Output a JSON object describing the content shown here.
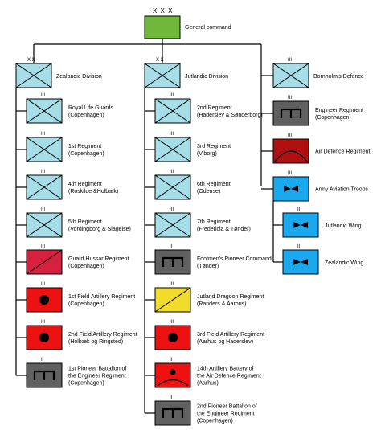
{
  "colors": {
    "infantry": "#a7dde6",
    "command": "#6fb83a",
    "hussar": "#d5203f",
    "artillery": "#ee1111",
    "engineer": "#606060",
    "dragoon": "#f2dc2b",
    "air_defence": "#b01010",
    "aviation": "#1aa8ef"
  },
  "general_command": {
    "echelon": "X X X",
    "label": "General command"
  },
  "zealandic": {
    "echelon": "X X",
    "label": "Zealandic Division",
    "units": [
      {
        "echelon": "III",
        "line1": "Royal Life Guards",
        "line2": "(Copenhagen)",
        "symbol": "infantry"
      },
      {
        "echelon": "III",
        "line1": "1st Regiment",
        "line2": "(Copenhagen)",
        "symbol": "infantry"
      },
      {
        "echelon": "III",
        "line1": "4th Regiment",
        "line2": "(Roskilde &Holbæk)",
        "symbol": "infantry"
      },
      {
        "echelon": "III",
        "line1": "5th Regiment",
        "line2": "(Vordingborg & Slagelse)",
        "symbol": "infantry"
      },
      {
        "echelon": "III",
        "line1": "Guard Hussar Regiment",
        "line2": "(Copenhagen)",
        "symbol": "hussar"
      },
      {
        "echelon": "III",
        "line1": "1st Field Artillery Regiment",
        "line2": "(Copenhagen)",
        "symbol": "artillery"
      },
      {
        "echelon": "III",
        "line1": "2nd Field Artillery Regiment",
        "line2": "(Holbæk og Ringsted)",
        "symbol": "artillery"
      },
      {
        "echelon": "II",
        "line1": "1st Pioneer Battalion of",
        "line2": "the Engineer Regiment",
        "line3": "(Copenhagen)",
        "symbol": "engineer"
      }
    ]
  },
  "jutlandic": {
    "echelon": "X X",
    "label": "Jutlandic Division",
    "units": [
      {
        "echelon": "III",
        "line1": "2nd Regiment",
        "line2": "(Haderslev & Sønderborg)",
        "symbol": "infantry"
      },
      {
        "echelon": "III",
        "line1": "3rd Regiment",
        "line2": "(Viborg)",
        "symbol": "infantry"
      },
      {
        "echelon": "III",
        "line1": "6th Regiment",
        "line2": "(Odense)",
        "symbol": "infantry"
      },
      {
        "echelon": "III",
        "line1": "7th Regiment",
        "line2": "(Fredericia & Tønder)",
        "symbol": "infantry"
      },
      {
        "echelon": "II",
        "line1": "Footmen's Pioneer Command",
        "line2": "(Tønder)",
        "symbol": "engineer"
      },
      {
        "echelon": "III",
        "line1": "Jutland Dragoon Regiment",
        "line2": "(Randers & Aarhus)",
        "symbol": "dragoon"
      },
      {
        "echelon": "III",
        "line1": "3rd Field Artillery Regiment",
        "line2": "(Aarhus og Haderslev)",
        "symbol": "artillery"
      },
      {
        "echelon": "II",
        "line1": "14th Artillery Battery of",
        "line2": "the Air Defence Regiment",
        "line3": "(Aarhus)",
        "symbol": "airdef"
      },
      {
        "echelon": "II",
        "line1": "2nd Pioneer Battalion of",
        "line2": "the Engineer Regiment",
        "line3": "(Copenhagen)",
        "symbol": "engineer"
      }
    ]
  },
  "bornholm": {
    "echelon": "III",
    "label": "Bornholm's Defence",
    "units": [
      {
        "echelon": "III",
        "line1": "Engineer Regiment",
        "line2": "(Copenhagen)",
        "symbol": "engineer"
      },
      {
        "echelon": "III",
        "line1": "Air Defence Regiment",
        "line2": "",
        "symbol": "air_defence_regiment"
      },
      {
        "echelon": "III",
        "line1": "Army Aviation Troops",
        "line2": "",
        "symbol": "aviation"
      }
    ]
  },
  "aviation_wings": [
    {
      "echelon": "II",
      "label": "Jutlandic Wing",
      "symbol": "aviation"
    },
    {
      "echelon": "II",
      "label": "Zealandic Wing",
      "symbol": "aviation"
    }
  ]
}
